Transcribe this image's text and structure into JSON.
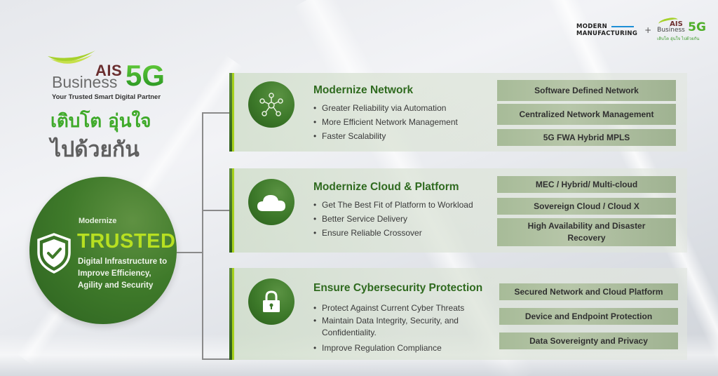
{
  "partners": {
    "modern_manufacturing_line1": "MODERN",
    "modern_manufacturing_line2": "MANUFACTURING",
    "plus": "+",
    "small_logo": {
      "ais": "AIS",
      "business": "Business",
      "five_g": "5G",
      "thai": "เติบโต อุ่นใจ ไปด้วยกัน"
    }
  },
  "logo": {
    "ais": "AIS",
    "business": "Business",
    "five_g": "5G",
    "tagline": "Your Trusted Smart Digital Partner",
    "thai_line1": "เติบโต อุ่นใจ",
    "thai_line2": "ไปด้วยกัน"
  },
  "hero": {
    "pre": "Modernize",
    "title": "TRUSTED",
    "description": "Digital Infrastructure to Improve Efficiency, Agility and Security",
    "icon": "shield-check-icon"
  },
  "colors": {
    "brand_green": "#3c7829",
    "lime": "#a6d11e",
    "title_green": "#2f6a1f",
    "tag_green": "#a7bb98"
  },
  "panels": [
    {
      "title": "Modernize Network",
      "icon": "network-hub-icon",
      "bullets": [
        "Greater Reliability via Automation",
        "More Efficient Network Management",
        "Faster Scalability"
      ],
      "tags": [
        "Software Defined Network",
        "Centralized Network Management",
        "5G FWA Hybrid MPLS"
      ]
    },
    {
      "title": "Modernize Cloud & Platform",
      "icon": "cloud-icon",
      "bullets": [
        "Get The Best Fit of Platform to Workload",
        "Better Service Delivery",
        "Ensure Reliable Crossover"
      ],
      "tags": [
        "MEC / Hybrid/ Multi-cloud",
        "Sovereign Cloud / Cloud X",
        "High Availability and Disaster Recovery"
      ]
    },
    {
      "title": "Ensure Cybersecurity Protection",
      "icon": "padlock-icon",
      "bullets": [
        "Protect Against Current Cyber Threats",
        "Maintain Data Integrity, Security, and Confidentiality.",
        "Improve Regulation Compliance"
      ],
      "tags": [
        "Secured Network and Cloud Platform",
        "Device and Endpoint Protection",
        "Data Sovereignty and Privacy"
      ]
    }
  ]
}
